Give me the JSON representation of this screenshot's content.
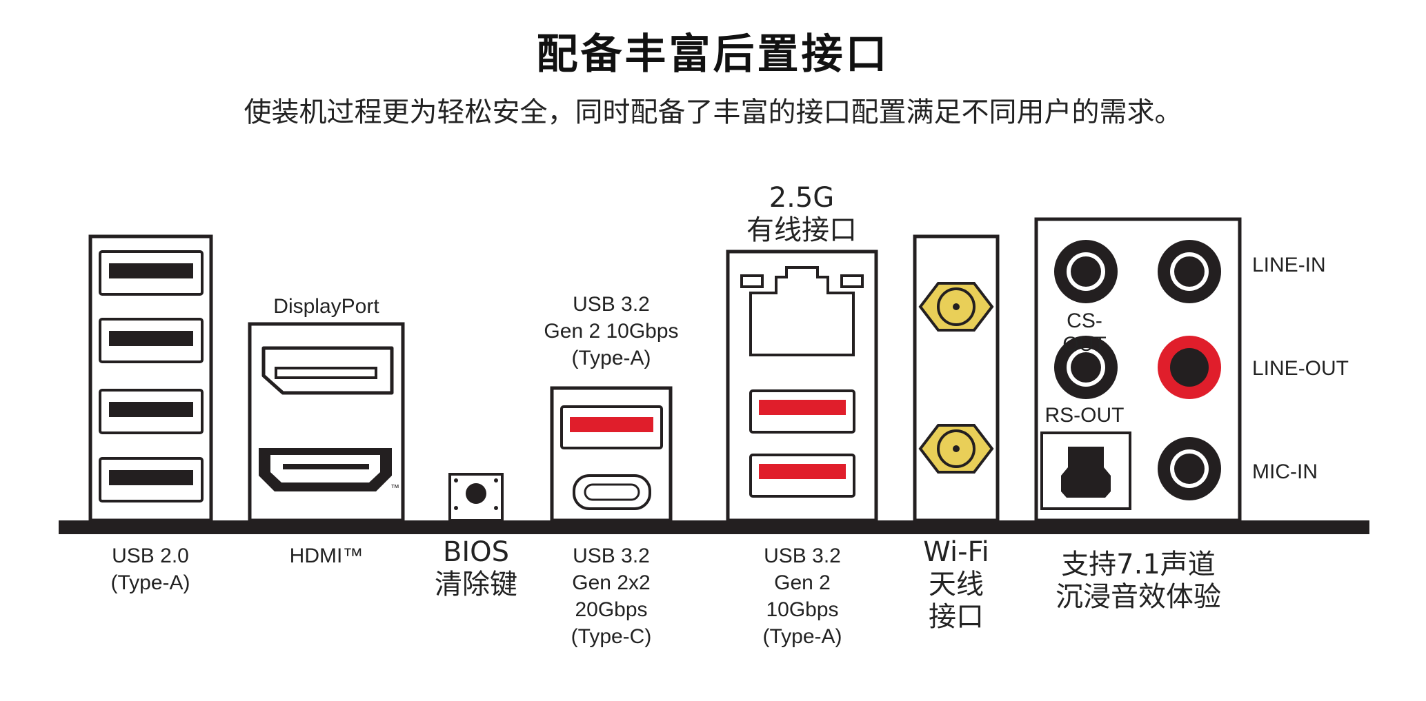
{
  "title": "配备丰富后置接口",
  "subtitle": "使装机过程更为轻松安全，同时配备了丰富的接口配置满足不同用户的需求。",
  "colors": {
    "usb3_red": "#e01e2b",
    "line_out_red": "#e01e2b",
    "antenna_gold": "#e9cf58",
    "board_black": "#231f20"
  },
  "ports": {
    "usb20": {
      "bottom": [
        "USB 2.0",
        "(Type-A)"
      ]
    },
    "video": {
      "top": "DisplayPort",
      "bottom": "HDMI™",
      "tm": "™"
    },
    "bios": {
      "bottom": [
        "BIOS",
        "清除键"
      ]
    },
    "usb32_g2x2": {
      "top": [
        "USB 3.2",
        "Gen 2 10Gbps",
        "(Type-A)"
      ],
      "bottom": [
        "USB 3.2",
        "Gen 2x2",
        "20Gbps",
        "(Type-C)"
      ]
    },
    "lan": {
      "top": [
        "2.5G",
        "有线接口"
      ],
      "bottom": [
        "USB 3.2",
        "Gen 2",
        "10Gbps",
        "(Type-A)"
      ]
    },
    "wifi": {
      "bottom": [
        "Wi-Fi",
        "天线",
        "接口"
      ]
    },
    "audio": {
      "cs_out": "CS-OUT",
      "rs_out": "RS-OUT",
      "line_in": "LINE-IN",
      "line_out": "LINE-OUT",
      "mic_in": "MIC-IN",
      "bottom": [
        "支持7.1声道",
        "沉浸音效体验"
      ]
    }
  }
}
